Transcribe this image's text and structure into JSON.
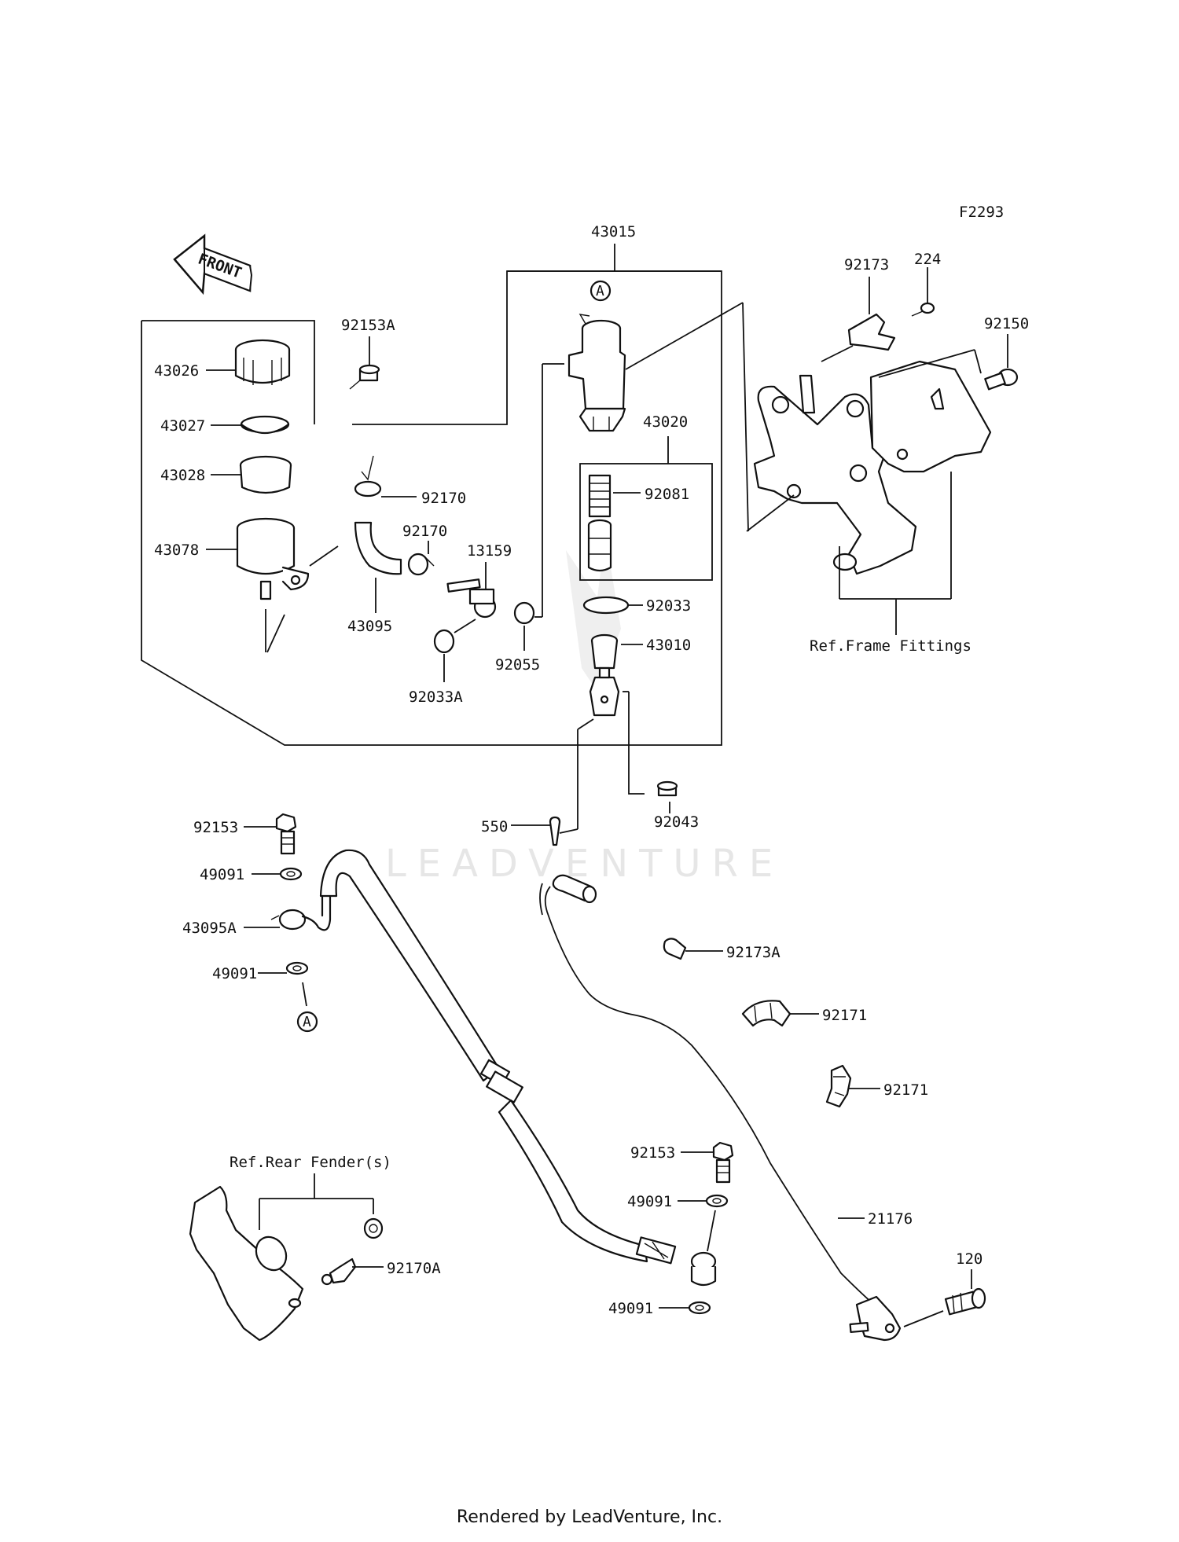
{
  "figure_code": "F2293",
  "front_label": "FRONT",
  "watermark": "LEADVENTURE",
  "footer": "Rendered by LeadVenture, Inc.",
  "ref_labels": {
    "frame_fittings": "Ref.Frame Fittings",
    "rear_fenders": "Ref.Rear Fender(s)"
  },
  "connector_marker": "A",
  "parts": {
    "p43015": "43015",
    "p43026": "43026",
    "p43027": "43027",
    "p43028": "43028",
    "p43078": "43078",
    "p92153A": "92153A",
    "p92170_a": "92170",
    "p92170_b": "92170",
    "p13159": "13159",
    "p43095": "43095",
    "p92033A": "92033A",
    "p92055": "92055",
    "p43020": "43020",
    "p92081": "92081",
    "p92033": "92033",
    "p43010": "43010",
    "p92043": "92043",
    "p550": "550",
    "p92173": "92173",
    "p224": "224",
    "p92150": "92150",
    "p92153_a": "92153",
    "p49091_a": "49091",
    "p43095A": "43095A",
    "p49091_b": "49091",
    "p92173A": "92173A",
    "p92171_a": "92171",
    "p92171_b": "92171",
    "p92153_b": "92153",
    "p49091_c": "49091",
    "p21176": "21176",
    "p49091_d": "49091",
    "p120": "120",
    "p92170A": "92170A"
  }
}
